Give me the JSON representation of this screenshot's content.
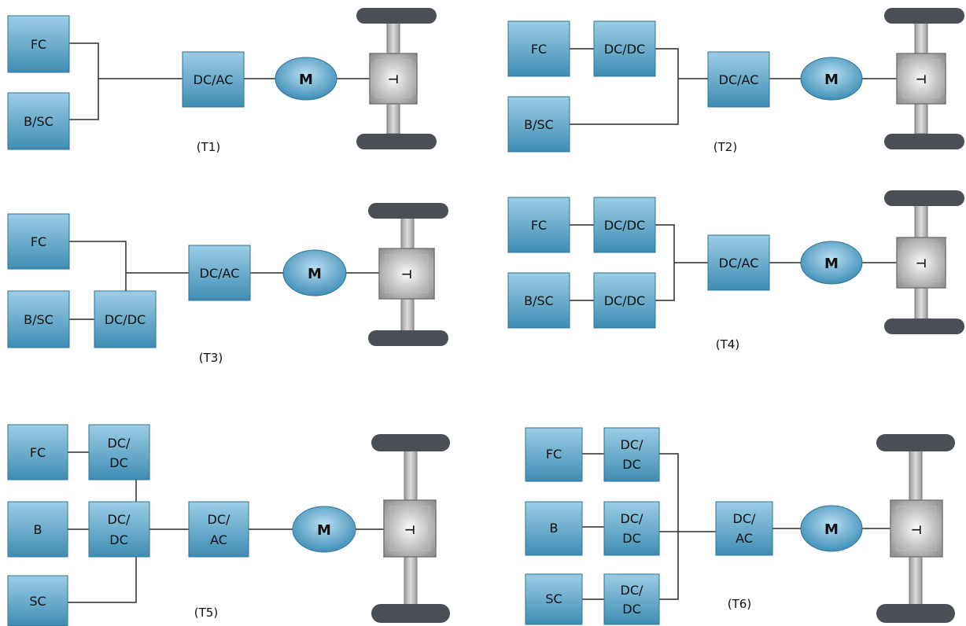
{
  "labels": {
    "fc": "FC",
    "bsc": "B/SC",
    "b": "B",
    "sc": "SC",
    "dcdc": "DC/DC",
    "dc_slash": "DC/",
    "dc": "DC",
    "ac": "AC",
    "dcac": "DC/AC",
    "motor": "M",
    "axle_symbol": "⊣"
  },
  "captions": {
    "t1": "(T1)",
    "t2": "(T2)",
    "t3": "(T3)",
    "t4": "(T4)",
    "t5": "(T5)",
    "t6": "(T6)"
  },
  "colors": {
    "block_top": "#9ccde6",
    "block_bottom": "#3e8db3",
    "block_border": "#2f7396",
    "motor_top": "#a9d5ec",
    "motor_bottom": "#3f8fb8",
    "axle_inner": "#f2f2f2",
    "axle_outer": "#8a8a8a",
    "wheel": "#4a4f55",
    "wire": "#2b2b2b"
  }
}
